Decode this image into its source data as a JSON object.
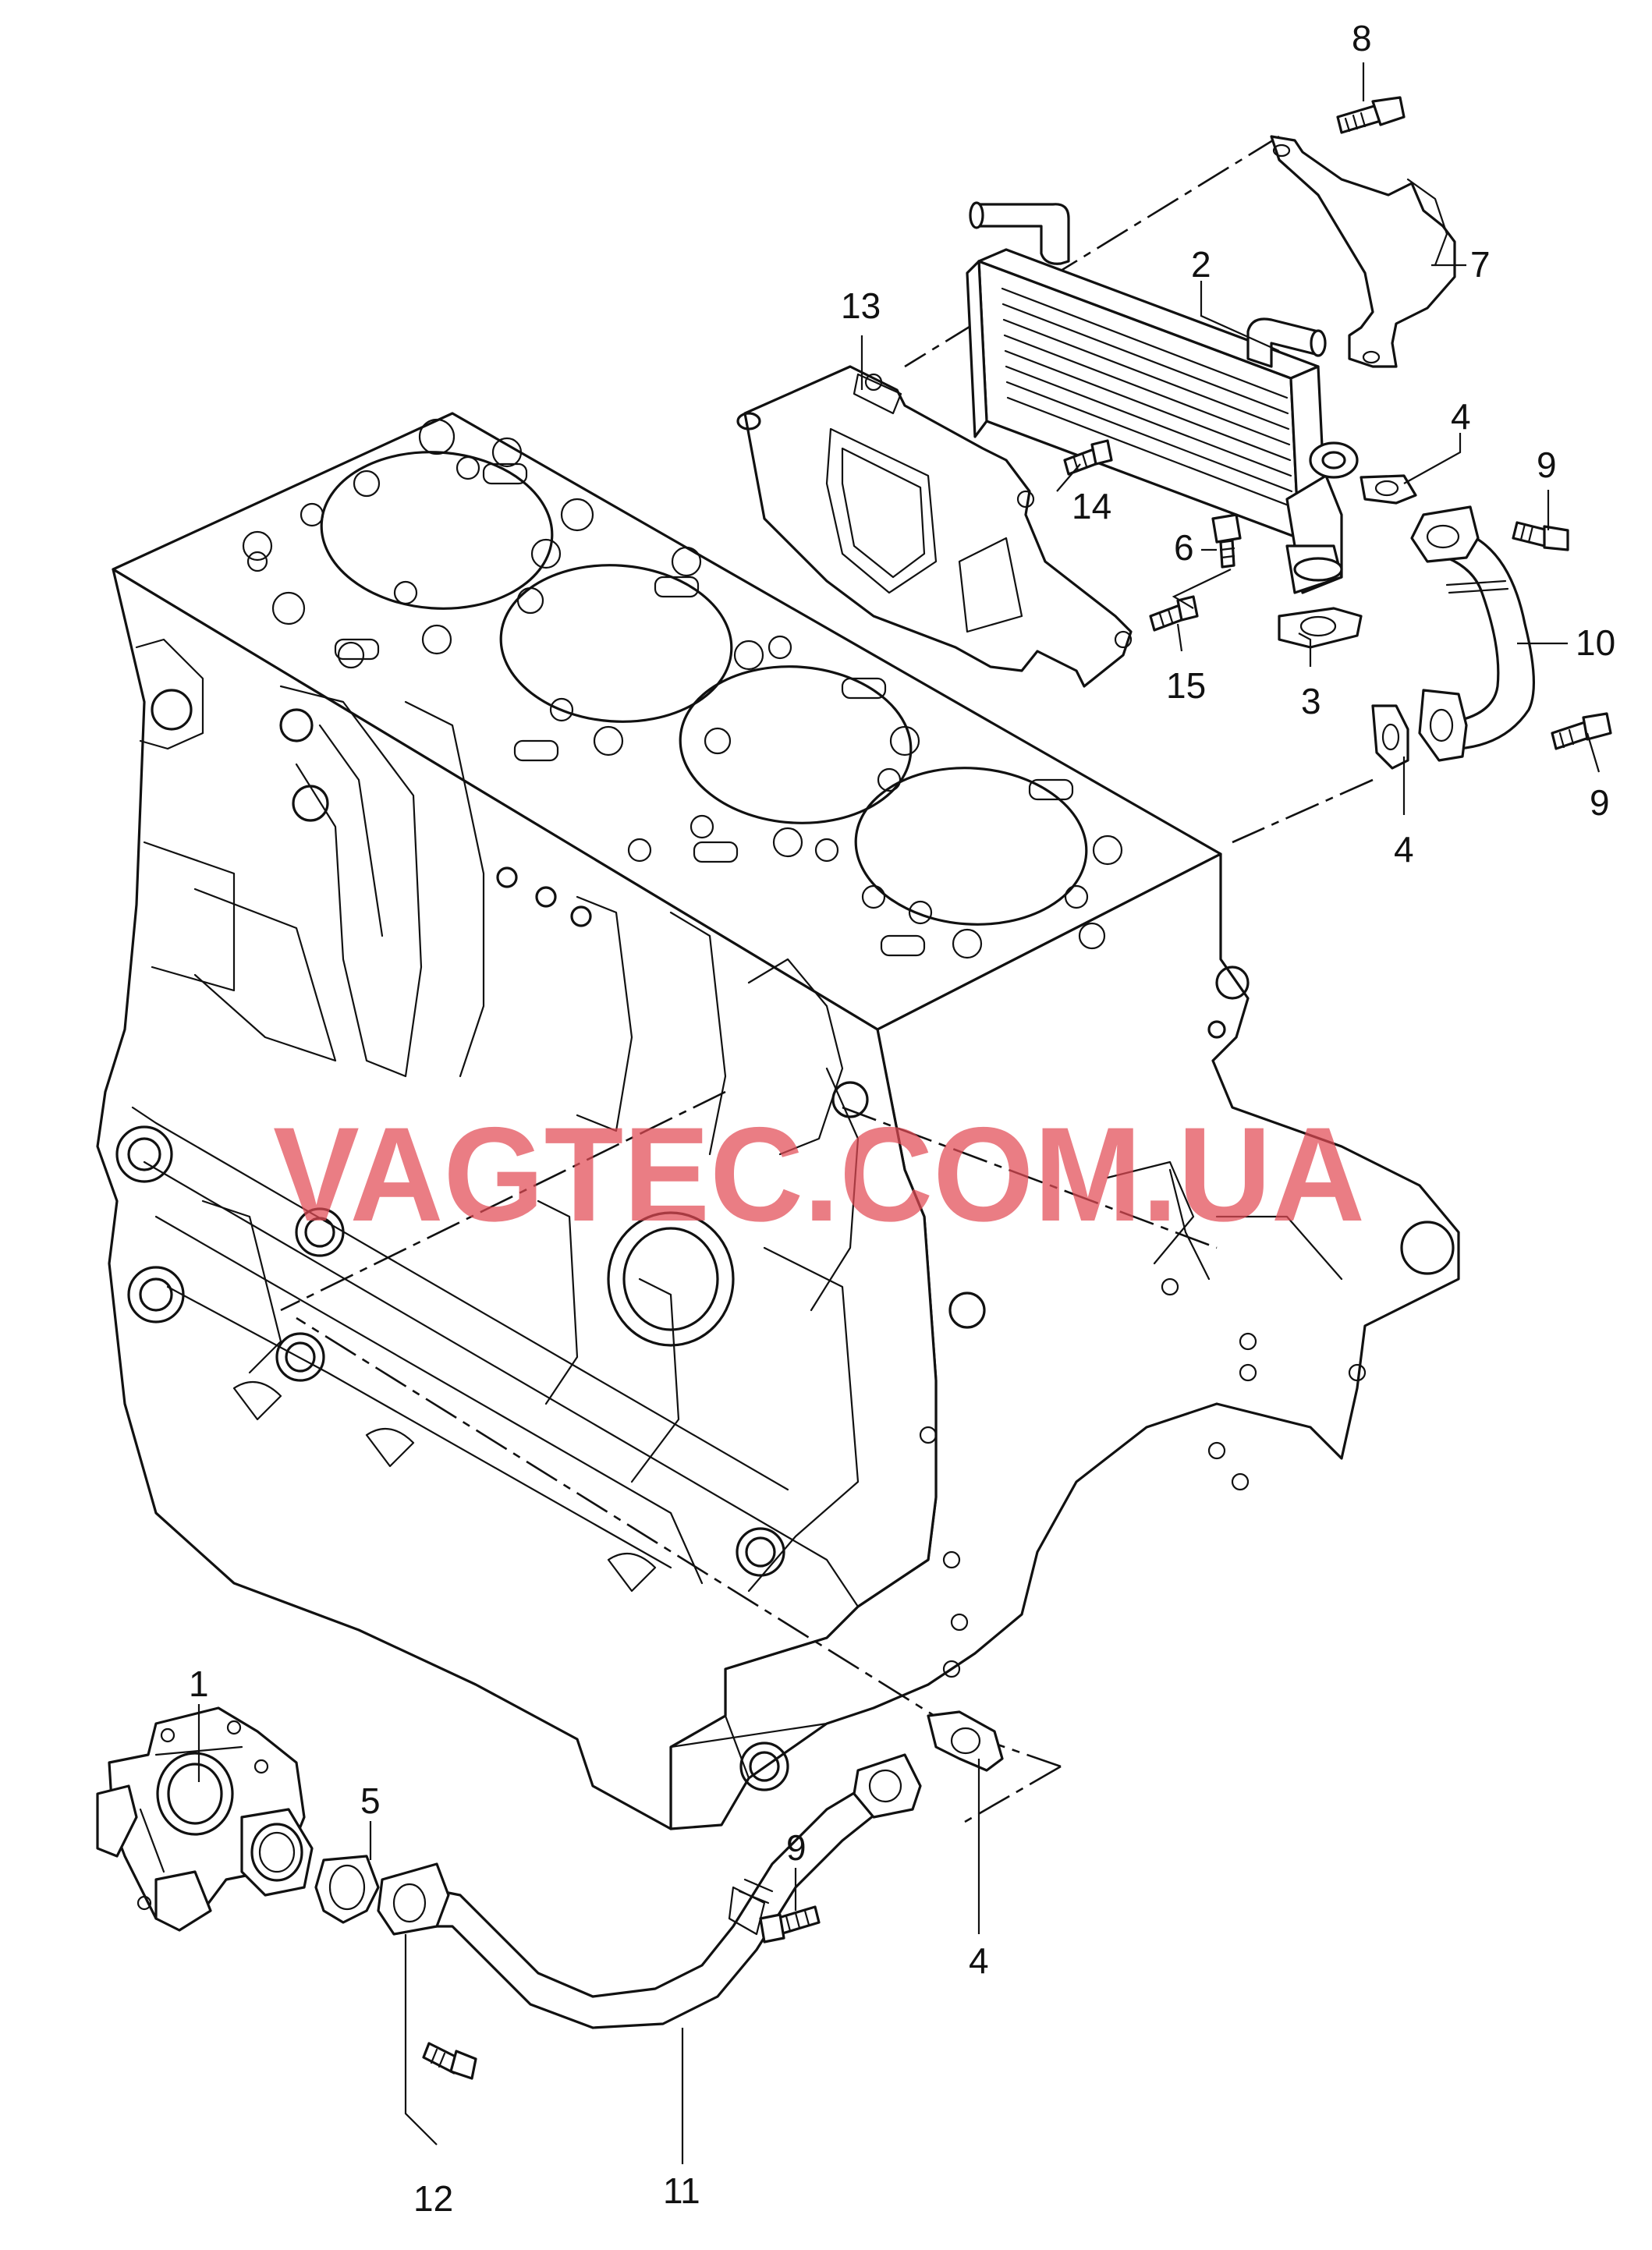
{
  "watermark": "VAGTEC.COM.UA",
  "callouts": {
    "c1": "1",
    "c2": "2",
    "c3": "3",
    "c4a": "4",
    "c4b": "4",
    "c4c": "4",
    "c5": "5",
    "c6": "6",
    "c7": "7",
    "c8": "8",
    "c9a": "9",
    "c9b": "9",
    "c9c": "9",
    "c10": "10",
    "c11": "11",
    "c12": "12",
    "c13": "13",
    "c14": "14",
    "c15": "15"
  },
  "colors": {
    "line": "#111111",
    "watermark": "#e24b55",
    "background": "#ffffff"
  }
}
